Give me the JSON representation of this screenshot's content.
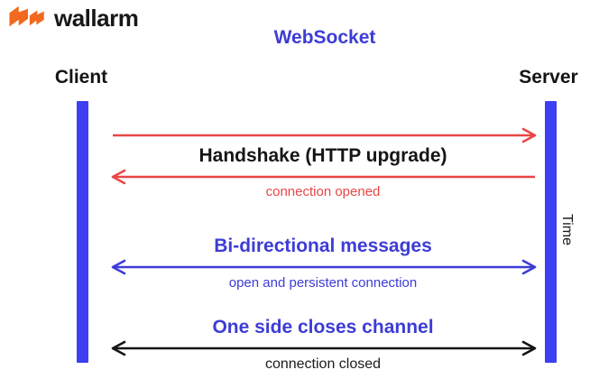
{
  "brand": {
    "name": "wallarm",
    "logo_icon": "wallarm-flash-logo",
    "logo_color": "#f2691f"
  },
  "title": "WebSocket",
  "actors": {
    "client": "Client",
    "server": "Server"
  },
  "time_label": "Time",
  "colors": {
    "accent_blue_text": "#3d3cd5",
    "lifeline_blue": "#3e3ef2",
    "arrow_red": "#e94646",
    "arrow_blue": "#3d3cd5",
    "arrow_black": "#141414",
    "text_black": "#141414",
    "logo_orange": "#f2691f"
  },
  "diagram": {
    "rows": {
      "handshake": {
        "label": "Handshake (HTTP upgrade)",
        "caption": "connection opened",
        "request_arrow": "client-to-server",
        "response_arrow": "server-to-client",
        "color": "#e94646"
      },
      "bidirectional": {
        "label": "Bi-directional messages",
        "caption": "open and persistent connection",
        "arrow": "double-headed",
        "color": "#3d3cd5"
      },
      "close": {
        "label": "One side closes channel",
        "caption": "connection closed",
        "arrow": "double-headed",
        "color": "#141414"
      }
    }
  }
}
